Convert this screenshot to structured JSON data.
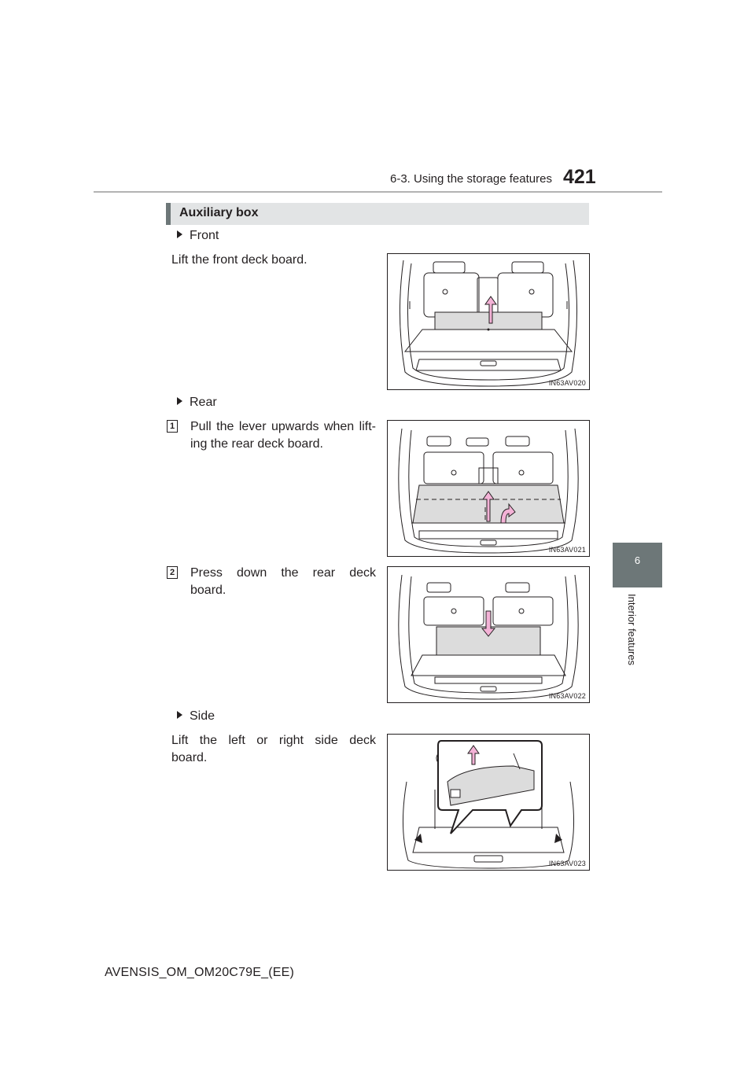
{
  "header": {
    "section": "6-3. Using the storage features",
    "page_number": "421"
  },
  "side_tab": {
    "chapter_number": "6",
    "chapter_title": "Interior features"
  },
  "section": {
    "heading": "Auxiliary box"
  },
  "items": [
    {
      "bullet": "Front",
      "text": "Lift the front deck board.",
      "figure_code": "IN63AV020"
    },
    {
      "bullet": "Rear"
    },
    {
      "step": "1",
      "text_line1": "Pull the lever upwards when lift-",
      "text_line2": "ing the rear deck board.",
      "figure_code": "IN63AV021"
    },
    {
      "step": "2",
      "text_line1": "Press down the rear deck",
      "text_line2": "board.",
      "figure_code": "IN63AV022"
    },
    {
      "bullet": "Side",
      "text_line1": "Lift the left or right side deck",
      "text_line2": "board.",
      "figure_code": "IN63AV023"
    }
  ],
  "footer": {
    "doc_id": "AVENSIS_OM_OM20C79E_(EE)"
  },
  "colors": {
    "tab_gray": "#6d7778",
    "heading_bg": "#e2e4e5",
    "arrow_pink": "#f3b2d6",
    "board_gray": "#dcdcdc"
  }
}
